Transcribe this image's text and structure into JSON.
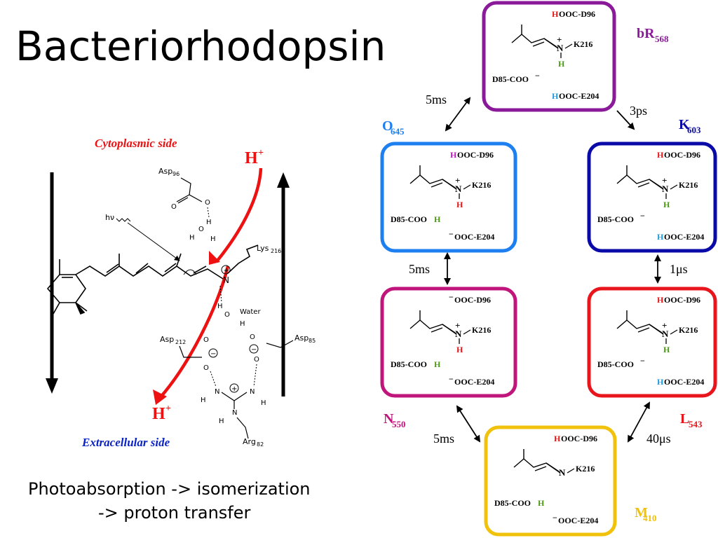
{
  "slide": {
    "title": "Bacteriorhodopsin",
    "caption_line1": "Photoabsorption  -> isomerization",
    "caption_line2": "-> proton transfer"
  },
  "left_panel": {
    "cytoplasmic_label": "Cytoplasmic side",
    "extracellular_label": "Extracellular side",
    "proton_top": "H",
    "proton_bottom": "H",
    "proton_charge": "+",
    "hv": "hν",
    "water": "Water",
    "asp96": "Asp",
    "asp96_sub": "96",
    "lys216": "Lys",
    "lys216_sub": "216",
    "asp212": "Asp",
    "asp212_sub": "212",
    "asp85": "Asp",
    "asp85_sub": "85",
    "arg82": "Arg",
    "arg82_sub": "82"
  },
  "colors": {
    "bR": "#8b1a9a",
    "K": "#0a0aa8",
    "L": "#e8161c",
    "M": "#f1c20c",
    "N": "#c0157a",
    "O": "#1d7ff0",
    "red_arrow": "#e11",
    "green_h": "#4a9a12",
    "blue_h": "#1a9ae0",
    "purple_h": "#c014c8"
  },
  "states": {
    "bR": {
      "name": "bR",
      "sub": "568",
      "top": "OOC-D96",
      "top_h": "H",
      "bottom": "OOC-E204",
      "bottom_h": "H",
      "left": "D85-COO",
      "left_suffix": "",
      "left_charge": "−",
      "lys": "K216",
      "n_h": "H",
      "n_plus": "+"
    },
    "K": {
      "name": "K",
      "sub": "603",
      "top": "OOC-D96",
      "top_h": "H",
      "bottom": "OOC-E204",
      "bottom_h": "H",
      "left": "D85-COO",
      "left_suffix": "",
      "left_charge": "−",
      "lys": "K216",
      "n_h": "H",
      "n_plus": "+"
    },
    "L": {
      "name": "L",
      "sub": "543",
      "top": "OOC-D96",
      "top_h": "H",
      "bottom": "OOC-E204",
      "bottom_h": "H",
      "left": "D85-COO",
      "left_suffix": "",
      "left_charge": "−",
      "lys": "K216",
      "n_h": "H",
      "n_plus": "+"
    },
    "M": {
      "name": "M",
      "sub": "410",
      "top": "OOC-D96",
      "top_h": "H",
      "bottom": "OOC-E204",
      "bottom_h": "",
      "bottom_charge": "−",
      "left": "D85-COO",
      "left_suffix": "H",
      "lys": "K216",
      "n_label": "N"
    },
    "N": {
      "name": "N",
      "sub": "550",
      "top": "OOC-D96",
      "top_h": "",
      "top_charge": "−",
      "bottom": "OOC-E204",
      "bottom_charge": "−",
      "left": "D85-COO",
      "left_suffix": "H",
      "lys": "K216",
      "n_h": "H",
      "n_plus": "+"
    },
    "O": {
      "name": "O",
      "sub": "645",
      "top": "OOC-D96",
      "top_h": "H",
      "bottom": "OOC-E204",
      "bottom_charge": "−",
      "left": "D85-COO",
      "left_suffix": "H",
      "lys": "K216",
      "n_h": "H",
      "n_plus": "+"
    }
  },
  "transitions": {
    "bR_K": "3ps",
    "K_L": "1μs",
    "L_M": "40μs",
    "M_N": "5ms",
    "N_O": "5ms",
    "O_bR": "5ms"
  },
  "n_letter": "N"
}
